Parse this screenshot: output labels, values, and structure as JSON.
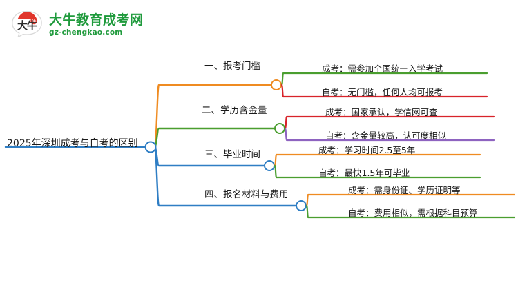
{
  "logo": {
    "mark_glyph": "大牛",
    "mark_name": "daniu-speech-bubble-logo",
    "title": "大牛教育成考网",
    "subtitle": "gz-chengkao.com",
    "brand_color": "#1f9a3c",
    "mark_accent_color": "#e0352b"
  },
  "mindmap": {
    "root": {
      "label": "2025年深圳成考与自考的区别",
      "color": "#2f7ec4"
    },
    "colors": {
      "orange": "#ef8b21",
      "green": "#4a9e2f",
      "blue": "#2f7ec4",
      "red": "#d8232a",
      "purple": "#8e63c0"
    },
    "branches": [
      {
        "label": "一、报考门槛",
        "color": "#ef8b21",
        "node_color": "#ef8b21",
        "leaves": [
          {
            "label": "成考：需参加全国统一入学考试",
            "color": "#4a9e2f"
          },
          {
            "label": "自考：无门槛，任何人均可报考",
            "color": "#d8232a"
          }
        ]
      },
      {
        "label": "二、学历含金量",
        "color": "#4a9e2f",
        "node_color": "#4a9e2f",
        "leaves": [
          {
            "label": "成考：国家承认，学信网可查",
            "color": "#d8232a"
          },
          {
            "label": "自考：含金量较高，认可度相似",
            "color": "#8e63c0"
          }
        ]
      },
      {
        "label": "三、毕业时间",
        "color": "#2f7ec4",
        "node_color": "#2f7ec4",
        "leaves": [
          {
            "label": "成考：学习时间2.5至5年",
            "color": "#ef8b21"
          },
          {
            "label": "自考：最快1.5年可毕业",
            "color": "#4a9e2f"
          }
        ]
      },
      {
        "label": "四、报名材料与费用",
        "color": "#2f7ec4",
        "node_color": "#2f7ec4",
        "leaves": [
          {
            "label": "成考：需身份证、学历证明等",
            "color": "#ef8b21"
          },
          {
            "label": "自考：费用相似，需根据科目预算",
            "color": "#4a9e2f"
          }
        ]
      }
    ]
  }
}
